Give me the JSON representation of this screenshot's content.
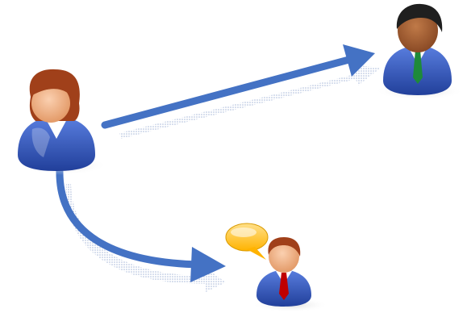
{
  "diagram": {
    "nodes": [
      {
        "id": "sender",
        "role": "person",
        "gender": "female",
        "hair": "auburn",
        "tie": "none"
      },
      {
        "id": "receiver-top",
        "role": "person",
        "gender": "male",
        "hair": "black",
        "skin": "dark",
        "tie": "green"
      },
      {
        "id": "receiver-bottom",
        "role": "person",
        "gender": "male",
        "hair": "auburn",
        "tie": "red",
        "speech_bubble": true
      }
    ],
    "edges": [
      {
        "from": "sender",
        "to": "receiver-top",
        "style": "straight-arrow",
        "shadow": "dotted"
      },
      {
        "from": "sender",
        "to": "receiver-bottom",
        "style": "curved-arrow",
        "shadow": "dotted"
      }
    ],
    "colors": {
      "arrow": "#4472c4",
      "arrow_shadow": "#a9b9d9",
      "suit": "#2a49a8",
      "suit_light": "#5a7fe0",
      "shirt": "#ffffff",
      "skin_light": "#f4b183",
      "skin_dark": "#9b5a32",
      "hair_auburn": "#a0401a",
      "hair_black": "#1f1f1f",
      "tie_green": "#1e8a3a",
      "tie_red": "#c00000",
      "bubble": "#ffc000"
    },
    "icons": [
      "person-female-icon",
      "person-male-icon",
      "person-male-icon",
      "speech-bubble-icon",
      "arrow-icon"
    ]
  }
}
